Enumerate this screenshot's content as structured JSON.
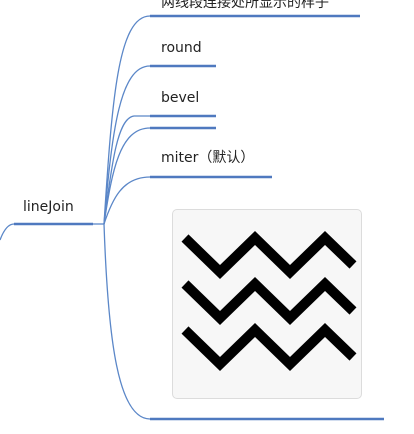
{
  "colors": {
    "connector": "#5b87c8",
    "underline": "#4f79bf",
    "text": "#222222",
    "zigzag": "#000000"
  },
  "root": {
    "label": "lineJoin"
  },
  "branches": [
    {
      "label": "两线段连接处所显示的样子"
    },
    {
      "label": "round"
    },
    {
      "label": "bevel"
    },
    {
      "label": ""
    },
    {
      "label": "miter（默认）"
    },
    {
      "label": ""
    }
  ],
  "image": {
    "icon": "miter-zigzag-illustration"
  }
}
